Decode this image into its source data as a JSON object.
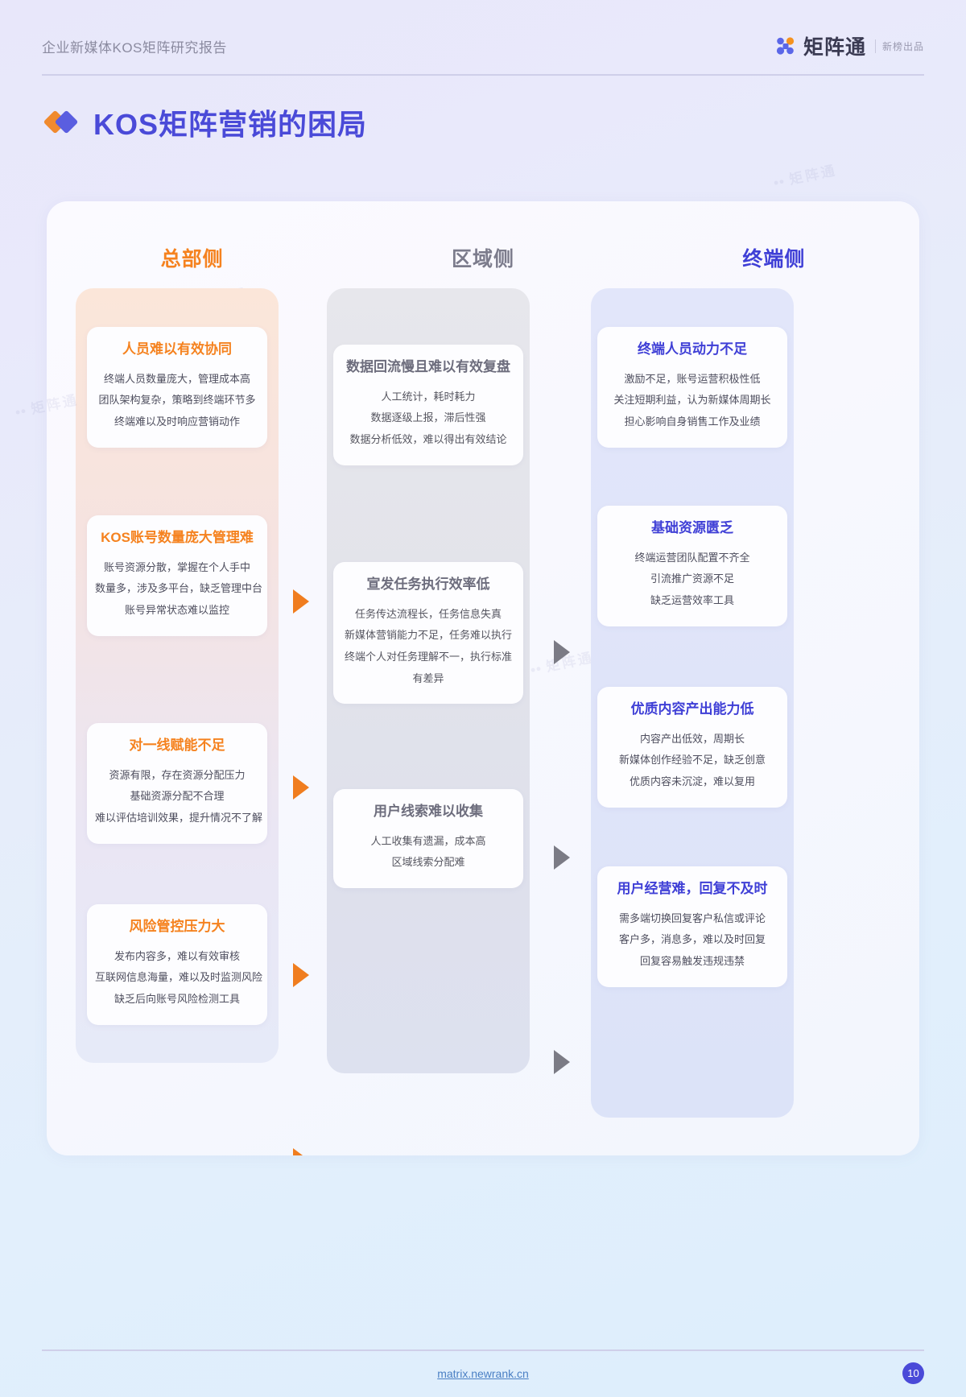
{
  "header": {
    "title": "企业新媒体KOS矩阵研究报告",
    "brand_name": "矩阵通",
    "brand_sub": "新榜出品",
    "brand_icon": "four-dots-logo-icon"
  },
  "section": {
    "title": "KOS矩阵营销的困局",
    "icon_orange": "orange-diamond-icon",
    "icon_blue": "blue-diamond-icon"
  },
  "colors": {
    "orange": "#f5821f",
    "gray": "#7c7c8c",
    "blue": "#3f3fd6",
    "title_blue": "#4a4ad8"
  },
  "columns": [
    {
      "key": "hq",
      "header": "总部侧",
      "cards": [
        {
          "title": "人员难以有效协同",
          "lines": [
            "终端人员数量庞大，管理成本高",
            "团队架构复杂，策略到终端环节多",
            "终端难以及时响应营销动作"
          ]
        },
        {
          "title": "KOS账号数量庞大管理难",
          "lines": [
            "账号资源分散，掌握在个人手中",
            "数量多，涉及多平台，缺乏管理中台",
            "账号异常状态难以监控"
          ]
        },
        {
          "title": "对一线赋能不足",
          "lines": [
            "资源有限，存在资源分配压力",
            "基础资源分配不合理",
            "难以评估培训效果，提升情况不了解"
          ]
        },
        {
          "title": "风险管控压力大",
          "lines": [
            "发布内容多，难以有效审核",
            "互联网信息海量，难以及时监测风险",
            "缺乏后向账号风险检测工具"
          ]
        }
      ]
    },
    {
      "key": "region",
      "header": "区域侧",
      "cards": [
        {
          "title": "数据回流慢且难以有效复盘",
          "lines": [
            "人工统计，耗时耗力",
            "数据逐级上报，滞后性强",
            "数据分析低效，难以得出有效结论"
          ]
        },
        {
          "title": "宣发任务执行效率低",
          "lines": [
            "任务传达流程长，任务信息失真",
            "新媒体营销能力不足，任务难以执行",
            "终端个人对任务理解不一，执行标准",
            "有差异"
          ]
        },
        {
          "title": "用户线索难以收集",
          "lines": [
            "人工收集有遗漏，成本高",
            "区域线索分配难"
          ]
        }
      ]
    },
    {
      "key": "terminal",
      "header": "终端侧",
      "cards": [
        {
          "title": "终端人员动力不足",
          "lines": [
            "激励不足，账号运营积极性低",
            "关注短期利益，认为新媒体周期长",
            "担心影响自身销售工作及业绩"
          ]
        },
        {
          "title": "基础资源匮乏",
          "lines": [
            "终端运营团队配置不齐全",
            "引流推广资源不足",
            "缺乏运营效率工具"
          ]
        },
        {
          "title": "优质内容产出能力低",
          "lines": [
            "内容产出低效，周期长",
            "新媒体创作经验不足，缺乏创意",
            "优质内容未沉淀，难以复用"
          ]
        },
        {
          "title": "用户经营难，回复不及时",
          "lines": [
            "需多端切换回复客户私信或评论",
            "客户多，消息多，难以及时回复",
            "回复容易触发违规违禁"
          ]
        }
      ]
    }
  ],
  "watermark": "矩阵通",
  "footer": {
    "link": "matrix.newrank.cn",
    "page_number": "10"
  }
}
